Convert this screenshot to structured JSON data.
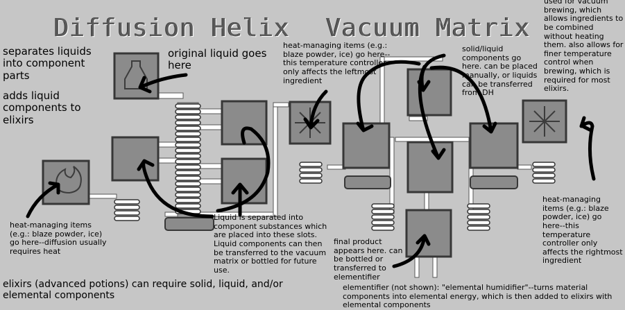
{
  "diffusion_helix": {
    "title": "Diffusion Helix",
    "desc_1": "separates liquids into component parts",
    "desc_2": "adds liquid components to elixirs",
    "original_liquid": "original liquid goes here",
    "heat_note": "heat-managing items (e.g.: blaze powder, ice) go here--diffusion usually requires heat",
    "separated_note": "Liquid is separated into component substances which are placed into these slots. Liquid components can then be transferred to the vacuum matrix or bottled for future use."
  },
  "vacuum_matrix": {
    "title": "Vacuum Matrix",
    "top_right_note": "used for vacuum brewing, which allows ingredients to be combined without heating them. also allows for finer temperature control when brewing, which is required for most elixirs.",
    "heat_left_note": "heat-managing items (e.g.: blaze powder, ice) go here--this temperature controller only affects the leftmost ingredient",
    "solid_liquid_note": "solid/liquid components go here. can be placed manually, or liquids can be transferred from DH",
    "heat_right_note": "heat-managing items (e.g.: blaze powder, ice) go here--this temperature controller only affects the rightmost ingredient",
    "final_product_note": "final product appears here. can be bottled or transferred to elementifier"
  },
  "footer": {
    "elixirs_note": "elixirs (advanced potions) can require solid, liquid, and/or elemental components",
    "elementifier_note": "elementifier (not shown): \"elemental humidifier\"--turns material components into elemental energy, which is then added to elixirs with elemental components"
  }
}
